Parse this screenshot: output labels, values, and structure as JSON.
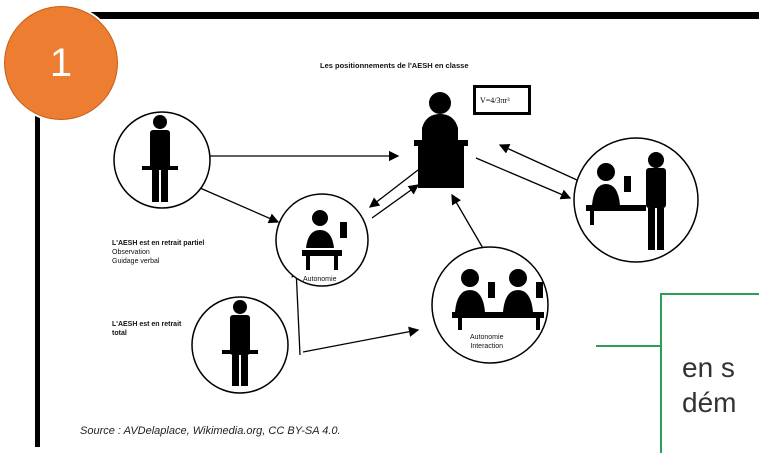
{
  "badge": {
    "number": "1"
  },
  "diagram": {
    "title": "Les positionnements de l'AESH en classe",
    "board_formula": "V=4/3πr³",
    "label_partiel_bold": "L'AESH est en retrait partiel",
    "label_partiel_line2": "Observation",
    "label_partiel_line3": "Guidage verbal",
    "label_total_bold_1": "L'AESH est en retrait",
    "label_total_bold_2": "total",
    "label_autonomie": "Autonomie",
    "label_interaction_1": "Autonomie",
    "label_interaction_2": "Interaction",
    "source": "Source : AVDelaplace, Wikimedia.org, CC BY-SA 4.0."
  },
  "overlay": {
    "text_line1": "en s",
    "text_line2": "dém"
  },
  "colors": {
    "badge": "#ed7d31",
    "green": "#2d9e5a"
  }
}
